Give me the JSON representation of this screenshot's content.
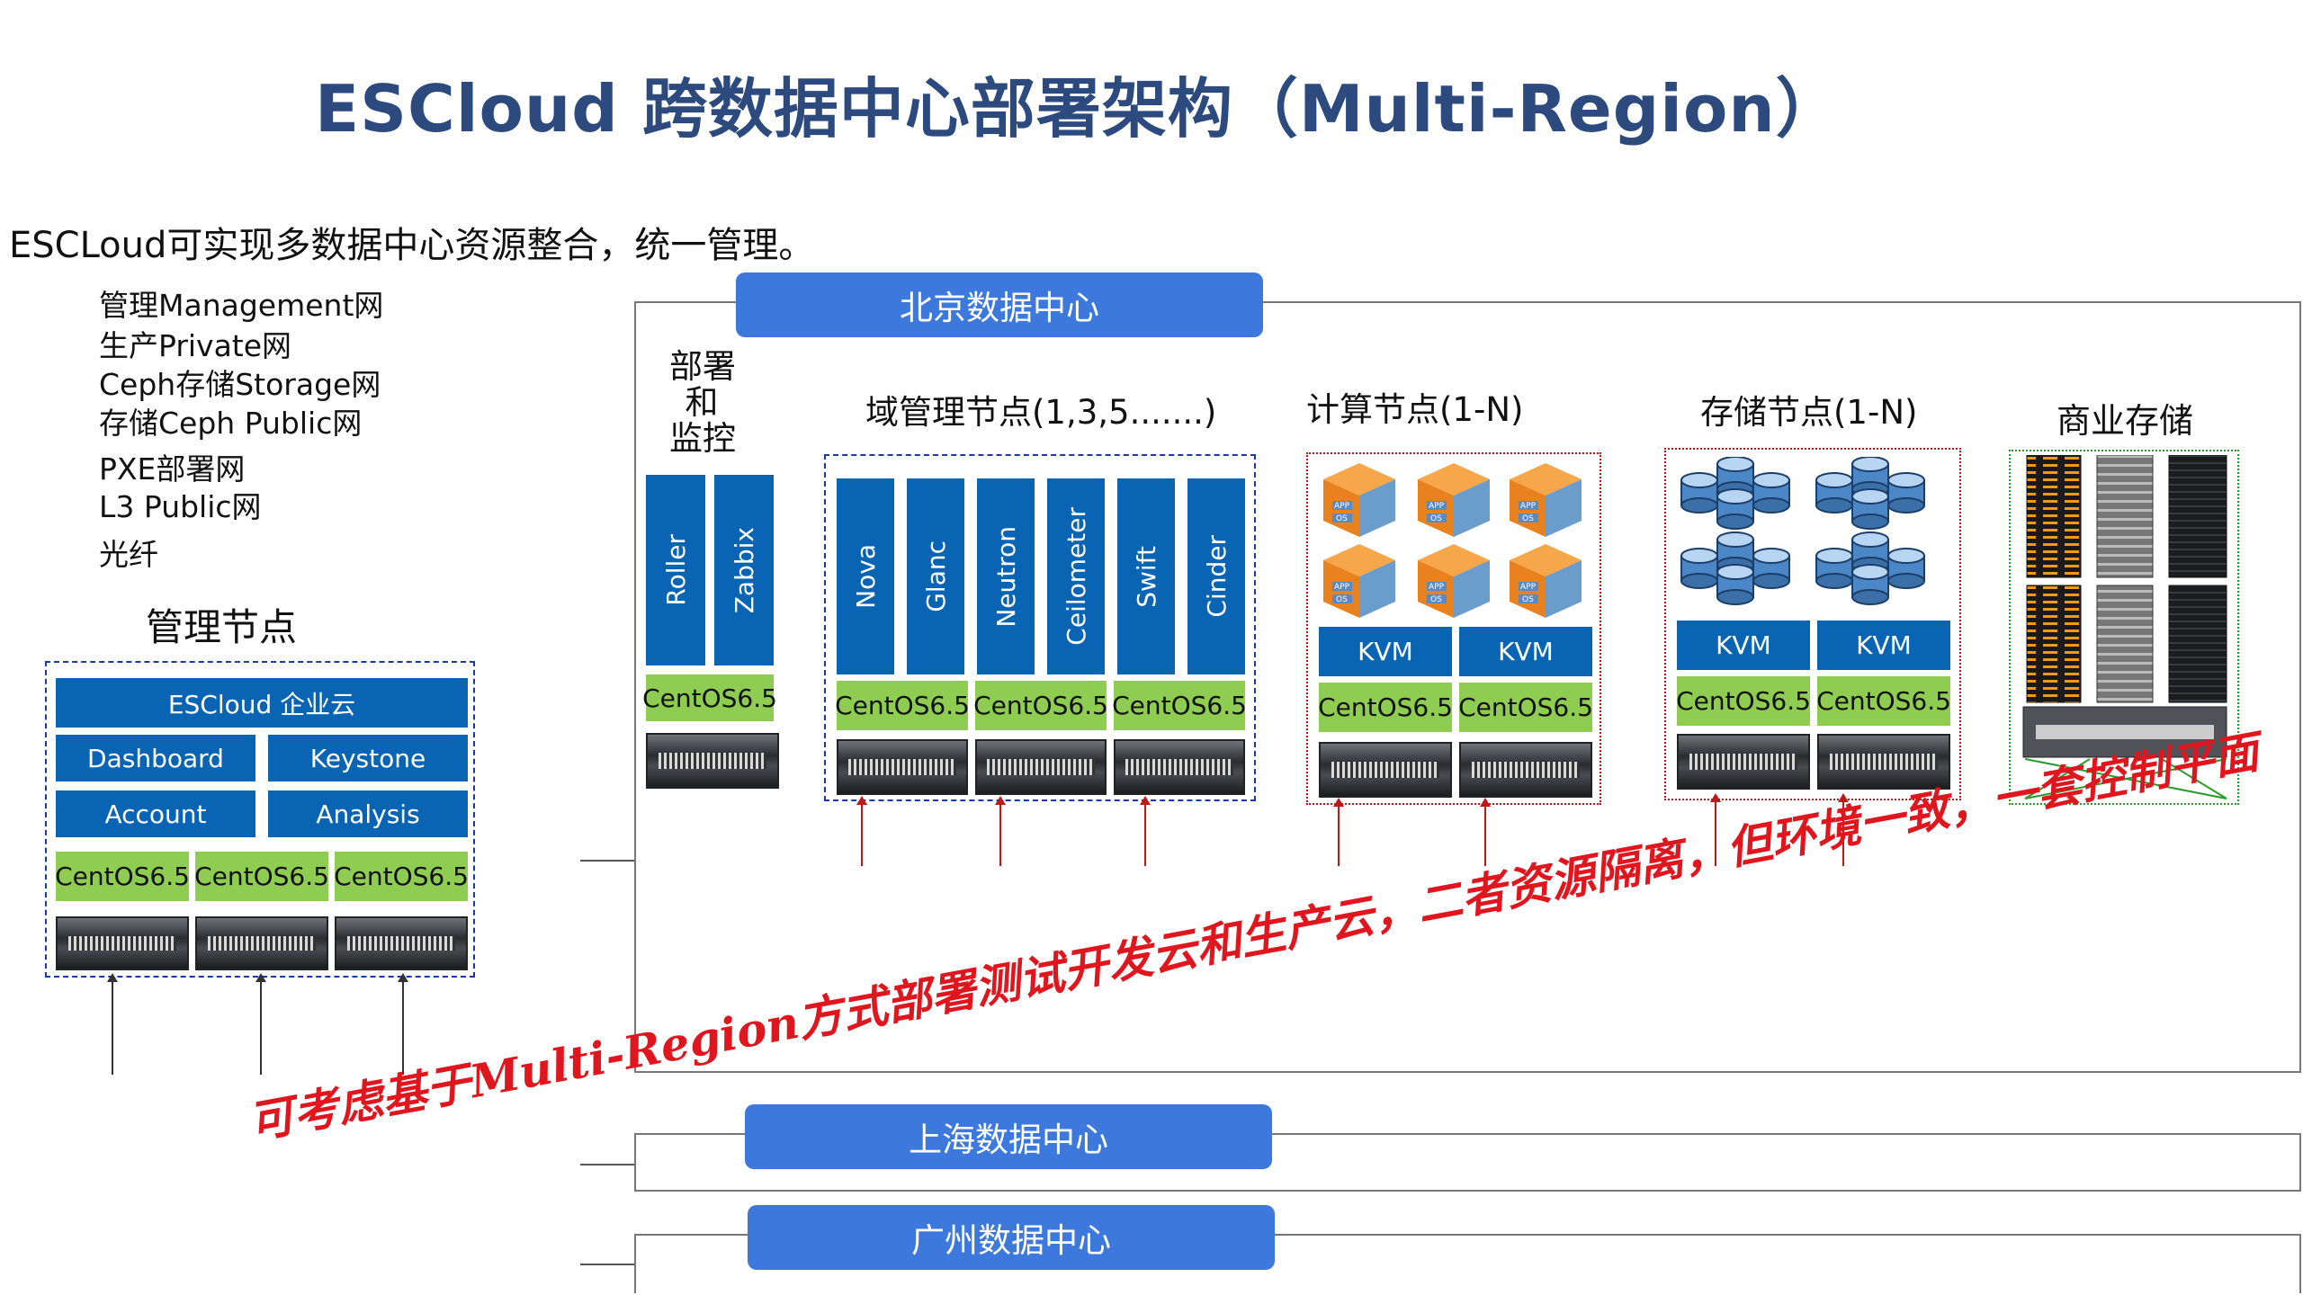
{
  "title": "ESCloud 跨数据中心部署架构（Multi-Region）",
  "subtitle": "ESCLoud可实现多数据中心资源整合，统一管理。",
  "legend": [
    "管理Management网",
    "生产Private网",
    "Ceph存储Storage网",
    "存储Ceph Public网",
    "PXE部署网",
    "L3 Public网",
    "光纤"
  ],
  "mgmt": {
    "heading": "管理节点",
    "banner": "ESCloud 企业云",
    "modules": [
      "Dashboard",
      "Keystone",
      "Account",
      "Analysis"
    ],
    "os": [
      "CentOS6.5",
      "CentOS6.5",
      "CentOS6.5"
    ]
  },
  "beijing": {
    "name": "北京数据中心",
    "deploy": {
      "heading_lines": [
        "部署",
        "和",
        "监控"
      ],
      "modules": [
        "Roller",
        "Zabbix"
      ],
      "os": "CentOS6.5"
    },
    "domain": {
      "heading": "域管理节点(1,3,5.......)",
      "modules": [
        "Nova",
        "Glanc",
        "Neutron",
        "Ceilometer",
        "Swift",
        "Cinder"
      ],
      "os": [
        "CentOS6.5",
        "CentOS6.5",
        "CentOS6.5"
      ]
    },
    "compute": {
      "heading": "计算节点(1-N)",
      "app_icon": "app-os-cube-icon",
      "kvm": [
        "KVM",
        "KVM"
      ],
      "os": [
        "CentOS6.5",
        "CentOS6.5"
      ]
    },
    "storage": {
      "heading": "存储节点(1-N)",
      "disk_icon": "disk-cylinder-icon",
      "kvm": [
        "KVM",
        "KVM"
      ],
      "os": [
        "CentOS6.5",
        "CentOS6.5"
      ]
    },
    "commercial": {
      "heading": "商业存储",
      "rack_icon": "storage-rack-icon"
    }
  },
  "shanghai": {
    "name": "上海数据中心"
  },
  "guangzhou": {
    "name": "广州数据中心"
  },
  "note": "可考虑基于Multi-Region方式部署测试开发云和生产云，二者资源隔离，但环境一致，一套控制平面",
  "colors": {
    "title": "#2c4a7e",
    "module_blue": "#0a64b4",
    "os_green": "#8fcc52",
    "dc_header": "#3d78dc",
    "note_red": "#e0161e"
  }
}
